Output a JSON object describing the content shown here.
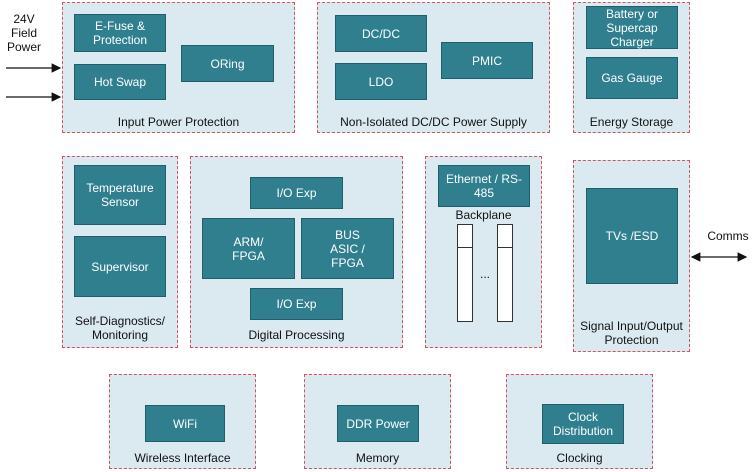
{
  "external": {
    "field_power": "24V\nField\nPower",
    "comms": "Comms"
  },
  "groups": {
    "input_power": {
      "label": "Input Power Protection",
      "blocks": {
        "efuse": "E-Fuse &\nProtection",
        "hot_swap": "Hot Swap",
        "oring": "ORing"
      }
    },
    "dcdc": {
      "label": "Non-Isolated DC/DC Power Supply",
      "blocks": {
        "dcdc": "DC/DC",
        "ldo": "LDO",
        "pmic": "PMIC"
      }
    },
    "energy": {
      "label": "Energy Storage",
      "blocks": {
        "charger": "Battery or\nSupercap\nCharger",
        "gas_gauge": "Gas Gauge"
      }
    },
    "diagnostics": {
      "label": "Self-Diagnostics/\nMonitoring",
      "blocks": {
        "temp": "Temperature\nSensor",
        "supervisor": "Supervisor"
      }
    },
    "digital": {
      "label": "Digital Processing",
      "blocks": {
        "io_top": "I/O Exp",
        "arm": "ARM/\nFPGA",
        "bus": "BUS\nASIC /\nFPGA",
        "io_bottom": "I/O Exp"
      }
    },
    "backplane": {
      "label": "Backplane",
      "blocks": {
        "ethernet": "Ethernet / RS-\n485"
      },
      "ellipsis": "..."
    },
    "signal": {
      "label": "Signal Input/Output\nProtection",
      "blocks": {
        "tvs": "TVs /ESD"
      }
    },
    "wireless": {
      "label": "Wireless Interface",
      "blocks": {
        "wifi": "WiFi"
      }
    },
    "memory": {
      "label": "Memory",
      "blocks": {
        "ddr": "DDR Power"
      }
    },
    "clocking": {
      "label": "Clocking",
      "blocks": {
        "clock": "Clock\nDistribution"
      }
    }
  },
  "colors": {
    "group_fill": "#dbe9f1",
    "group_border": "#d4545c",
    "block_fill": "#2f7f8f",
    "block_text": "#ffffff"
  }
}
